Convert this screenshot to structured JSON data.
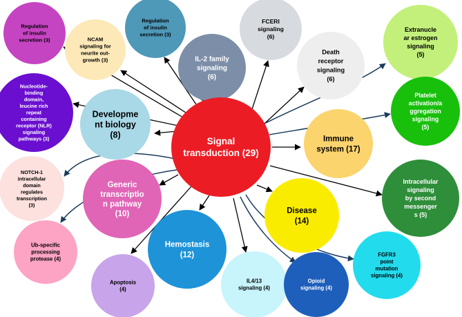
{
  "center": {
    "label": [
      "Signal",
      "transduction (29)"
    ],
    "color": "#ec1c24",
    "text_color": "#ffffff"
  },
  "nodes": [
    {
      "id": "regulation-insulin-secretion-left",
      "label": [
        "Regulation",
        "of insulin",
        "secretion (3)"
      ],
      "color": "#c544c2",
      "text_color": "#000000"
    },
    {
      "id": "ncam-signaling",
      "label": [
        "NCAM",
        "signaling for",
        "neurite out-",
        "growth (3)"
      ],
      "color": "#fde9b8",
      "text_color": "#000000"
    },
    {
      "id": "regulation-insulin-secretion-top",
      "label": [
        "Regulation",
        "of insulin",
        "secretion (3)"
      ],
      "color": "#4e98b8",
      "text_color": "#000000"
    },
    {
      "id": "il2-family-signaling",
      "label": [
        "IL-2 family",
        "signaling",
        "(6)"
      ],
      "color": "#7d8fa8",
      "text_color": "#ffffff"
    },
    {
      "id": "fceri-signaling",
      "label": [
        "FCERI",
        "signaling",
        "(6)"
      ],
      "color": "#d7dadf",
      "text_color": "#000000"
    },
    {
      "id": "death-receptor-signaling",
      "label": [
        "Death",
        "receptor",
        "signaling",
        "(6)"
      ],
      "color": "#eeeeee",
      "text_color": "#000000"
    },
    {
      "id": "extranuclear-estrogen-signaling",
      "label": [
        "Extranucle",
        "ar estrogen",
        "signaling",
        "(5)"
      ],
      "color": "#c3f07a",
      "text_color": "#000000"
    },
    {
      "id": "nlr-signaling",
      "label": [
        "Nucleotide-",
        "binding",
        "domain,",
        "leucine rich",
        "repeat",
        "containing",
        "receptor (NLR)",
        "signaling",
        "pathways (3)"
      ],
      "color": "#6a0fd0",
      "text_color": "#ffffff"
    },
    {
      "id": "developmental-biology",
      "label": [
        "Developme",
        "nt biology",
        "(8)"
      ],
      "color": "#a9d8e6",
      "text_color": "#000000"
    },
    {
      "id": "platelet-activation",
      "label": [
        "Platelet",
        "activation/a",
        "ggregation",
        "signaling",
        "(5)"
      ],
      "color": "#18c00c",
      "text_color": "#ffffff"
    },
    {
      "id": "immune-system",
      "label": [
        "Immune",
        "system (17)"
      ],
      "color": "#fcd46e",
      "text_color": "#000000"
    },
    {
      "id": "notch1-domain",
      "label": [
        "NOTCH-1",
        "intracellular",
        "domain",
        "regulates",
        "transcription",
        "(3)"
      ],
      "color": "#fde1df",
      "text_color": "#000000"
    },
    {
      "id": "generic-transcription-pathway",
      "label": [
        "Generic",
        "transcriptio",
        "n pathway",
        "(10)"
      ],
      "color": "#e065b6",
      "text_color": "#ffffff"
    },
    {
      "id": "intracellular-signaling-second-messengers",
      "label": [
        "Intracellular",
        "signaling",
        "by second",
        "messenger",
        "s (5)"
      ],
      "color": "#2e8e3a",
      "text_color": "#ffffff"
    },
    {
      "id": "disease",
      "label": [
        "Disease",
        "(14)"
      ],
      "color": "#faec00",
      "text_color": "#000000"
    },
    {
      "id": "ub-specific-processing-protease",
      "label": [
        "Ub-specific",
        "processing",
        "protease (4)"
      ],
      "color": "#fda3c4",
      "text_color": "#000000"
    },
    {
      "id": "hemostasis",
      "label": [
        "Hemostasis",
        "(12)"
      ],
      "color": "#1e93d8",
      "text_color": "#ffffff"
    },
    {
      "id": "apoptosis",
      "label": [
        "Apoptosis",
        "(4)"
      ],
      "color": "#c8a4ea",
      "text_color": "#000000"
    },
    {
      "id": "il4-13-signaling",
      "label": [
        "IL4/13",
        "signaling (4)"
      ],
      "color": "#c8f4fc",
      "text_color": "#000000"
    },
    {
      "id": "opioid-signaling",
      "label": [
        "Opioid",
        "signaling (4)"
      ],
      "color": "#1e5fbc",
      "text_color": "#ffffff"
    },
    {
      "id": "fgfr3-point-mutation-signaling",
      "label": [
        "FGFR3",
        "point",
        "mutation",
        "signaling (4)"
      ],
      "color": "#22dcee",
      "text_color": "#000000"
    }
  ],
  "arrow_color": "#000000",
  "curve_color": "#1b3a5c"
}
